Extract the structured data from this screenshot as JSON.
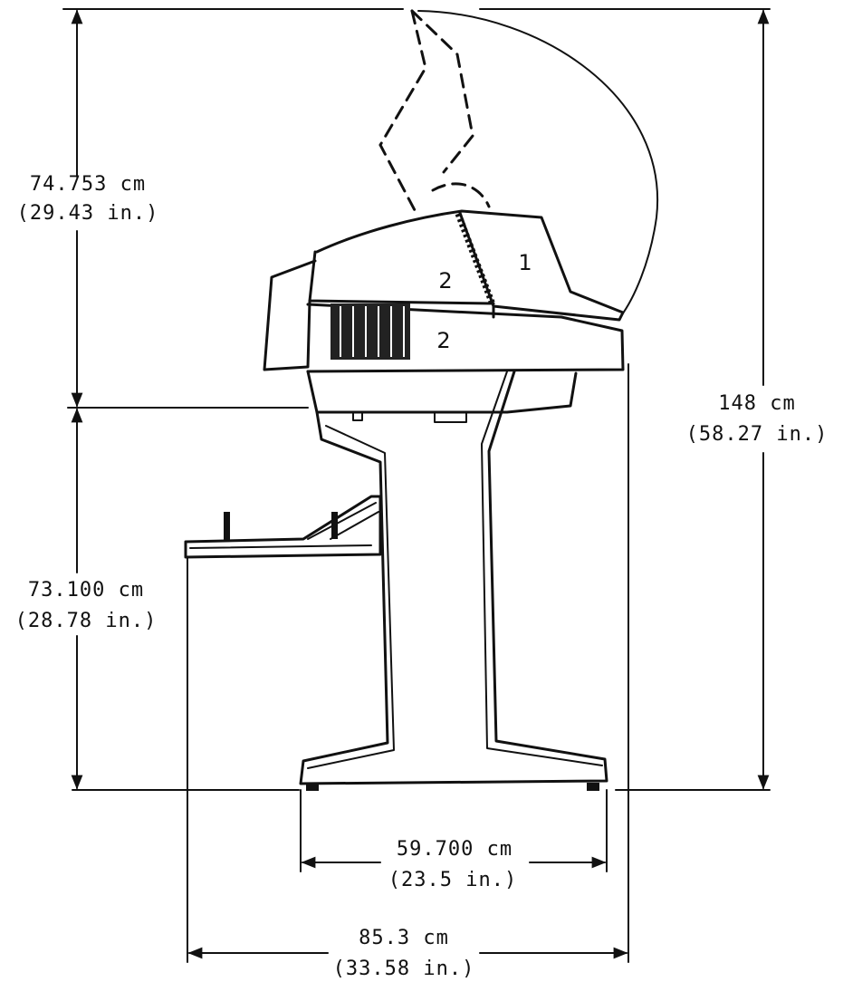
{
  "dimensions": {
    "upper_height": {
      "metric": "74.753 cm",
      "imperial": "(29.43 in.)"
    },
    "lower_height": {
      "metric": "73.100 cm",
      "imperial": "(28.78 in.)"
    },
    "total_height": {
      "metric": "148 cm",
      "imperial": "(58.27 in.)"
    },
    "base_width": {
      "metric": "59.700 cm",
      "imperial": "(23.5 in.)"
    },
    "total_width": {
      "metric": "85.3 cm",
      "imperial": "(33.58 in.)"
    }
  },
  "parts": {
    "lid": "1",
    "upper_housing": "2",
    "lower_housing": "2"
  }
}
